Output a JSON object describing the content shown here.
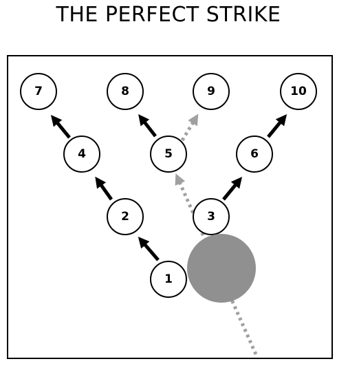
{
  "title": "THE PERFECT STRIKE",
  "pins": [
    {
      "label": "1"
    },
    {
      "label": "2"
    },
    {
      "label": "3"
    },
    {
      "label": "4"
    },
    {
      "label": "5"
    },
    {
      "label": "6"
    },
    {
      "label": "7"
    },
    {
      "label": "8"
    },
    {
      "label": "9"
    },
    {
      "label": "10"
    }
  ],
  "colors": {
    "pin_outline": "#000000",
    "pin_fill": "#ffffff",
    "ball": "#909090",
    "ball_path": "#a0a0a0",
    "arrow": "#000000",
    "frame": "#000000"
  }
}
